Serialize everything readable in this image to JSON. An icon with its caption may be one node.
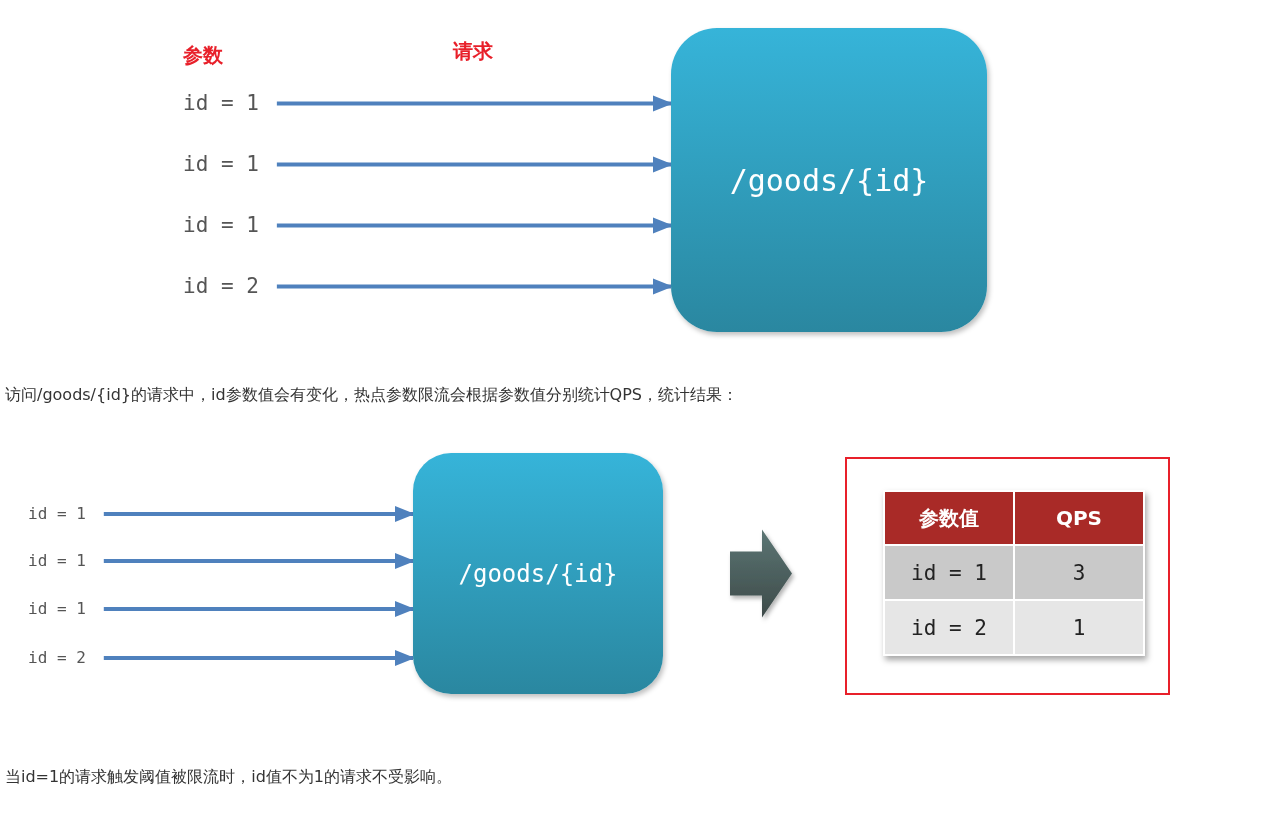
{
  "diagram": {
    "nodes": [
      {
        "text": [
          "id = 1"
        ]
      },
      {
        "text": [
          "id = 1"
        ]
      },
      {
        "text": [
          "id = 1"
        ]
      },
      {
        "text": [
          "id = 2"
        ]
      },
      {
        "text": [
          "/goods/{id}"
        ]
      },
      {
        "text": [
          "id = 1"
        ]
      },
      {
        "text": [
          "id = 1"
        ]
      },
      {
        "text": [
          "id = 1"
        ]
      },
      {
        "text": [
          "id = 2"
        ]
      },
      {
        "text": [
          "/goods/{id}"
        ]
      },
      {
        "text": [],
        "shape": "box"
      }
    ],
    "edges": [
      {
        "from": 0,
        "to": 4,
        "arrow": "to"
      },
      {
        "from": 1,
        "to": 4,
        "arrow": "to"
      },
      {
        "from": 2,
        "to": 4,
        "arrow": "to"
      },
      {
        "from": 3,
        "to": 4,
        "arrow": "to"
      },
      {
        "from": 5,
        "to": 9,
        "arrow": "to"
      },
      {
        "from": 6,
        "to": 9,
        "arrow": "to"
      },
      {
        "from": 7,
        "to": 9,
        "arrow": "to"
      },
      {
        "from": 8,
        "to": 9,
        "arrow": "to"
      },
      {
        "from": 9,
        "to": 10,
        "arrow": "to"
      }
    ],
    "labels": [
      "参数",
      "请求",
      "访问/goods/{id}的请求中，id参数值会有变化，热点参数限流会根据参数值分别统计QPS，统计结果：",
      "参数值",
      "QPS",
      "id = 1",
      "3",
      "id = 2",
      "1",
      "当id=1的请求触发阈值被限流时，id值不为1的请求不受影响。"
    ]
  }
}
